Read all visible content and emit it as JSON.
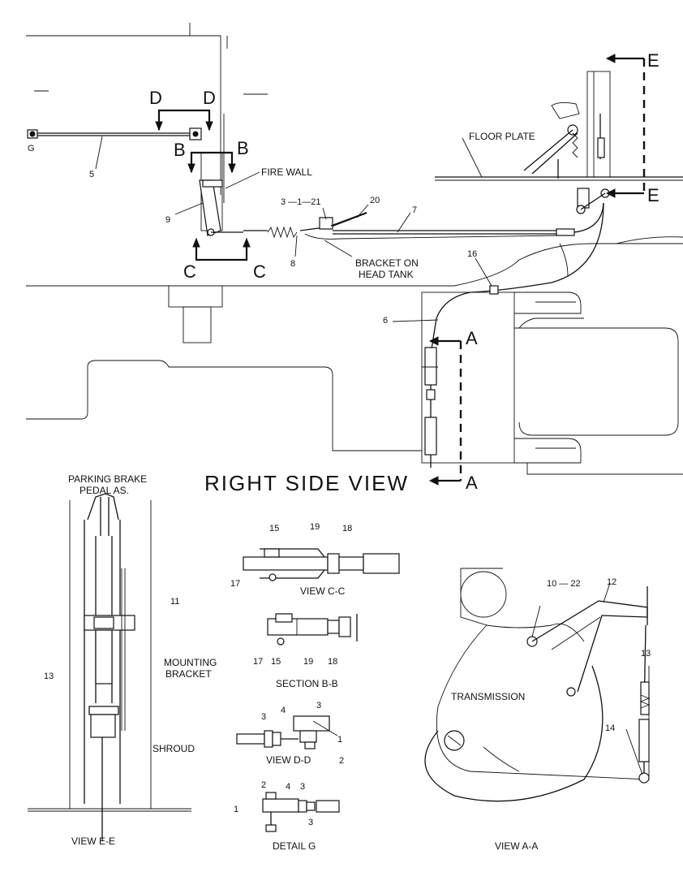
{
  "title": "RIGHT SIDE VIEW",
  "labels": {
    "floor_plate": "FLOOR PLATE",
    "fire_wall": "FIRE WALL",
    "bracket_head_tank_1": "BRACKET ON",
    "bracket_head_tank_2": "HEAD TANK",
    "parking_brake_1": "PARKING BRAKE",
    "parking_brake_2": "PEDAL AS.",
    "mounting_bracket_1": "MOUNTING",
    "mounting_bracket_2": "BRACKET",
    "shroud": "SHROUD",
    "transmission": "TRANSMISSION"
  },
  "section_letters": {
    "d": "D",
    "b": "B",
    "c": "C",
    "a": "A",
    "e": "E",
    "g": "G"
  },
  "view_titles": {
    "cc": "VIEW C-C",
    "bb": "SECTION B-B",
    "dd": "VIEW D-D",
    "g": "DETAIL G",
    "ee": "VIEW E-E",
    "aa": "VIEW A-A"
  },
  "callouts": {
    "n1": "1",
    "n2": "2",
    "n3": "3",
    "n4": "4",
    "n5": "5",
    "n6": "6",
    "n7": "7",
    "n8": "8",
    "n9": "9",
    "n10_22": "10 — 22",
    "n11": "11",
    "n12": "12",
    "n13": "13",
    "n14": "14",
    "n15": "15",
    "n16": "16",
    "n17": "17",
    "n18": "18",
    "n19": "19",
    "n20": "20",
    "n3_1_21": "3 —1—21"
  }
}
